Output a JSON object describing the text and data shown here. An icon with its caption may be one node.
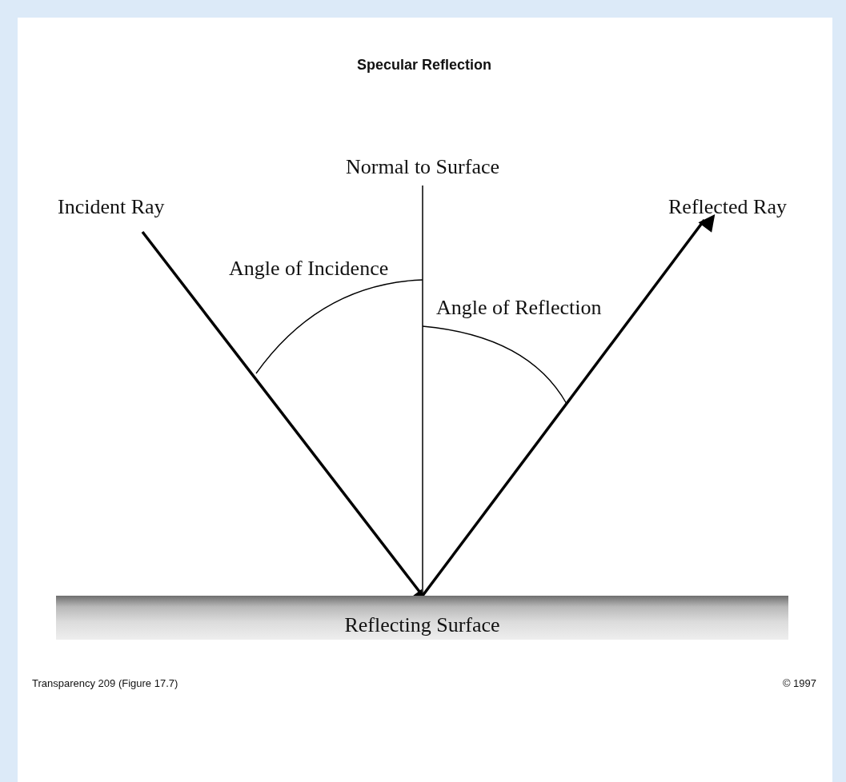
{
  "diagram": {
    "title": "Specular Reflection",
    "nodes": [
      {
        "text": [
          "Normal to Surface"
        ]
      },
      {
        "text": [
          "Incident Ray"
        ]
      },
      {
        "text": [
          "Reflected Ray"
        ]
      },
      {
        "text": [
          "Reflecting Surface"
        ]
      }
    ],
    "edges": [
      {
        "from": 1,
        "to": 3,
        "arrow": "to"
      },
      {
        "from": 3,
        "to": 2,
        "arrow": "to"
      },
      {
        "from": 0,
        "to": 3,
        "arrow": "none"
      }
    ],
    "labels": [
      "Angle of Incidence",
      "Angle of Reflection",
      "Transparency 209 (Figure 17.7)",
      "© 1997"
    ]
  }
}
